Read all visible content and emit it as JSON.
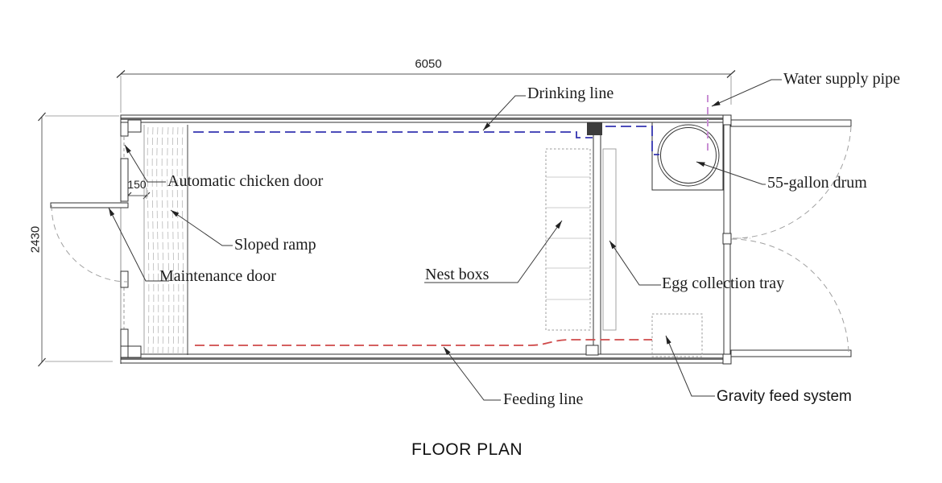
{
  "title": "FLOOR PLAN",
  "dimensions": {
    "overall_width": "6050",
    "overall_height": "2430",
    "chicken_door_width": "150"
  },
  "labels": {
    "drinking_line": "Drinking line",
    "water_supply_pipe": "Water supply pipe",
    "automatic_chicken_door": "Automatic chicken door",
    "sloped_ramp": "Sloped ramp",
    "maintenance_door": "Maintenance door",
    "nest_boxes": "Nest boxs",
    "egg_collection_tray": "Egg collection tray",
    "drum": "55-gallon drum",
    "feeding_line": "Feeding line",
    "gravity_feed_system": "Gravity feed system"
  },
  "colors": {
    "drinking_line": "#3434b0",
    "feeding_line": "#cf4a4a",
    "water_supply_pipe": "#c98fd4",
    "drawing_lines": "#3a3a3a"
  }
}
